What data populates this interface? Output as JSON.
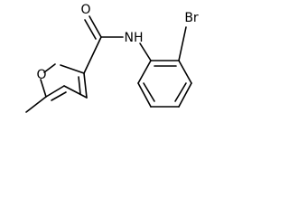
{
  "colors": {
    "background": "#ffffff",
    "bond": "#000000",
    "label": "#000000"
  },
  "atoms": {
    "oxygen_carbonyl": "O",
    "amide_nitrogen": "NH",
    "bromine": "Br",
    "furan_oxygen": "O"
  }
}
